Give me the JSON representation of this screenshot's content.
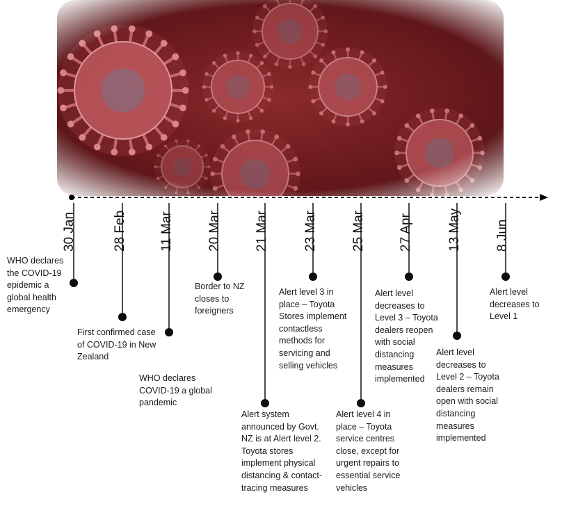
{
  "colors": {
    "line": "#000000",
    "dot": "#0d0d0d",
    "banner_dark": "#4a1114",
    "virus": "#c96a6e"
  },
  "image": {
    "icon": "coronavirus-banner-image"
  },
  "events": [
    {
      "date": "30 Jan",
      "text": "WHO declares the COVID-19 epidemic a global health emergency"
    },
    {
      "date": "28 Feb",
      "text": "First confirmed case of COVID-19 in New Zealand"
    },
    {
      "date": "11 Mar",
      "text": "WHO declares COVID-19 a global pandemic"
    },
    {
      "date": "20 Mar",
      "text": "Border to NZ closes to foreigners"
    },
    {
      "date": "21 Mar",
      "text": "Alert system announced by Govt. NZ is at Alert level 2. Toyota stores implement physical distancing & contact-tracing measures"
    },
    {
      "date": "23 Mar",
      "text": "Alert level 3 in place – Toyota Stores implement contactless methods for servicing and selling vehicles"
    },
    {
      "date": "25 Mar",
      "text": "Alert level 4 in place – Toyota service centres close, except for urgent repairs to essential service vehicles"
    },
    {
      "date": "27 Apr",
      "text": "Alert level decreases to Level 3 – Toyota dealers reopen with social distancing measures implemented"
    },
    {
      "date": "13 May",
      "text": "Alert level decreases to Level 2 – Toyota dealers remain open with social distancing measures implemented"
    },
    {
      "date": "8 Jun",
      "text": "Alert level decreases to Level 1"
    }
  ]
}
